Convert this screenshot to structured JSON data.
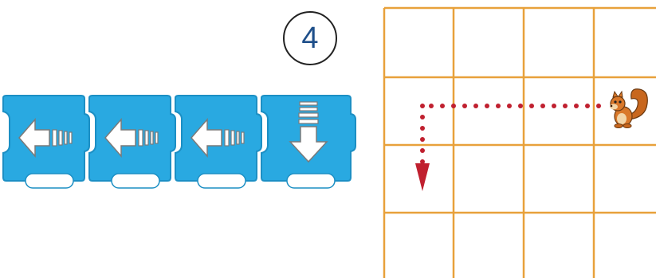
{
  "puzzle": {
    "number": "4"
  },
  "program": {
    "blocks": [
      {
        "icon": "arrow-left-icon",
        "label": ""
      },
      {
        "icon": "arrow-left-icon",
        "label": ""
      },
      {
        "icon": "arrow-left-icon",
        "label": ""
      },
      {
        "icon": "arrow-down-icon",
        "label": ""
      }
    ],
    "block_color": "#29a9e1",
    "block_dark": "#1c8fc4"
  },
  "grid": {
    "rows": 4,
    "cols": 4,
    "line_color": "#e8a13b",
    "character": "squirrel",
    "start_cell": {
      "row": 2,
      "col": 4
    },
    "path_moves": [
      "left",
      "left",
      "left",
      "down"
    ],
    "path_color": "#c0202f"
  }
}
